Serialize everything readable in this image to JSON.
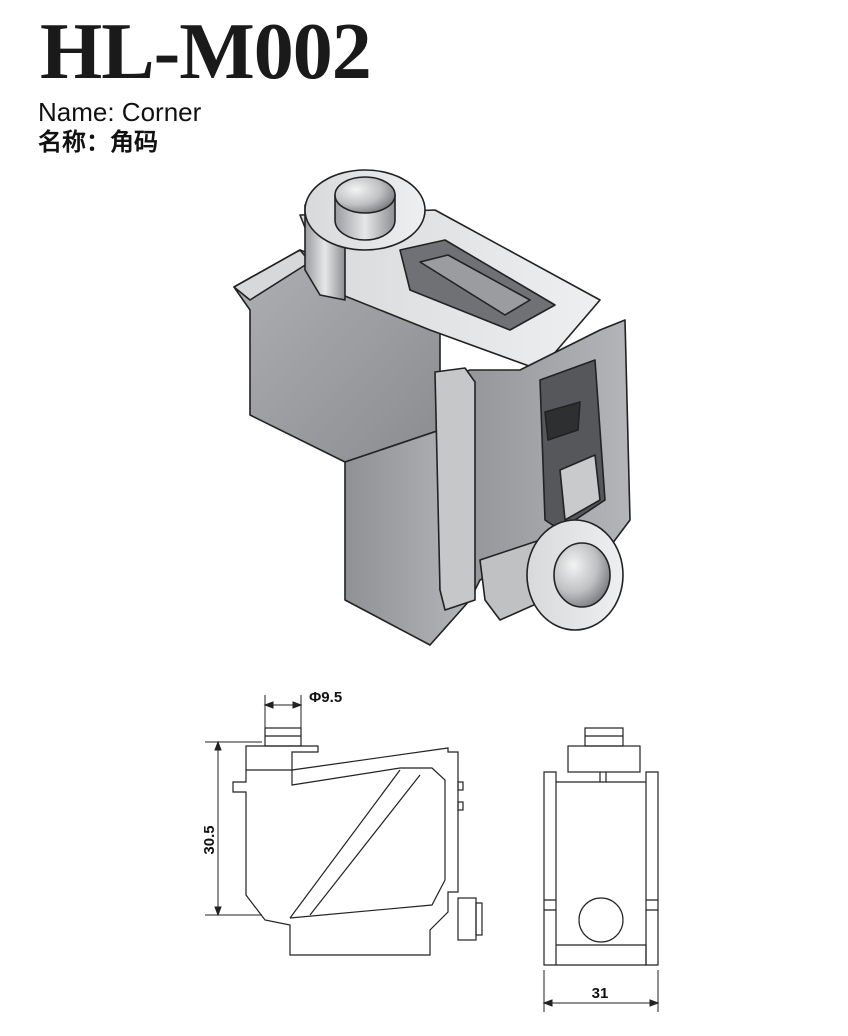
{
  "product": {
    "code": "HL-M002",
    "name_en": "Name: Corner",
    "name_cn": "名称：角码"
  },
  "dimensions": {
    "diameter": "Φ9.5",
    "height": "30.5",
    "width": "31"
  }
}
